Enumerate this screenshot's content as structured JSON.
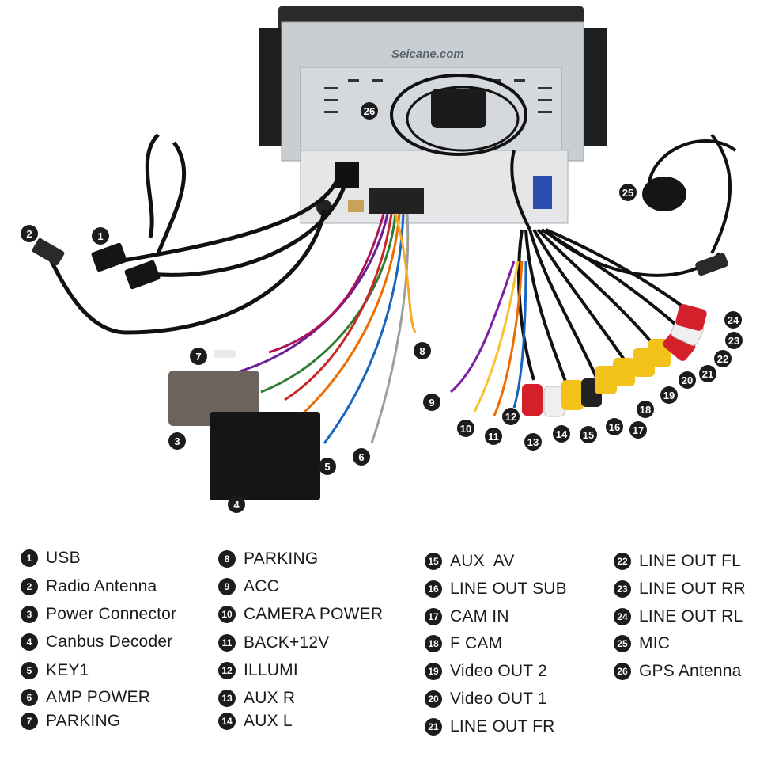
{
  "brand_text": "Seicane.com",
  "callouts": {
    "c1": "1",
    "c2": "2",
    "c3": "3",
    "c4": "4",
    "c5": "5",
    "c6": "6",
    "c7": "7",
    "c8": "8",
    "c9": "9",
    "c10": "10",
    "c11": "11",
    "c12": "12",
    "c13": "13",
    "c14": "14",
    "c15": "15",
    "c16": "16",
    "c17": "17",
    "c18": "18",
    "c19": "19",
    "c20": "20",
    "c21": "21",
    "c22": "22",
    "c23": "23",
    "c24": "24",
    "c25": "25",
    "c26": "26"
  },
  "legend": {
    "col1": [
      {
        "num": "1",
        "label": "USB"
      },
      {
        "num": "2",
        "label": "Radio Antenna"
      },
      {
        "num": "3",
        "label": "Power Connector"
      },
      {
        "num": "4",
        "label": "Canbus Decoder"
      },
      {
        "num": "5",
        "label": "KEY1"
      },
      {
        "num": "6",
        "label": "AMP POWER"
      },
      {
        "num": "7",
        "label": "PARKING"
      }
    ],
    "col2": [
      {
        "num": "8",
        "label": "PARKING"
      },
      {
        "num": "9",
        "label": "ACC"
      },
      {
        "num": "10",
        "label": "CAMERA POWER"
      },
      {
        "num": "11",
        "label": "BACK+12V"
      },
      {
        "num": "12",
        "label": "ILLUMI"
      },
      {
        "num": "13",
        "label": "AUX R"
      },
      {
        "num": "14",
        "label": "AUX L"
      }
    ],
    "col3": [
      {
        "num": "15",
        "label": "AUX  AV"
      },
      {
        "num": "16",
        "label": "LINE OUT SUB"
      },
      {
        "num": "17",
        "label": "CAM IN"
      },
      {
        "num": "18",
        "label": "F CAM"
      },
      {
        "num": "19",
        "label": "Video OUT 2"
      },
      {
        "num": "20",
        "label": "Video OUT 1"
      },
      {
        "num": "21",
        "label": "LINE OUT FR"
      }
    ],
    "col4": [
      {
        "num": "22",
        "label": "LINE OUT FL"
      },
      {
        "num": "23",
        "label": "LINE OUT RR"
      },
      {
        "num": "24",
        "label": "LINE OUT RL"
      },
      {
        "num": "25",
        "label": "MIC"
      },
      {
        "num": "26",
        "label": "GPS Antenna"
      }
    ]
  },
  "colors": {
    "chassis": "#c9ced3",
    "frame": "#2a2a2a",
    "rca_red": "#d3202a",
    "rca_white": "#efefef",
    "rca_yellow": "#f2c21a",
    "cable": "#1a1a1a"
  }
}
